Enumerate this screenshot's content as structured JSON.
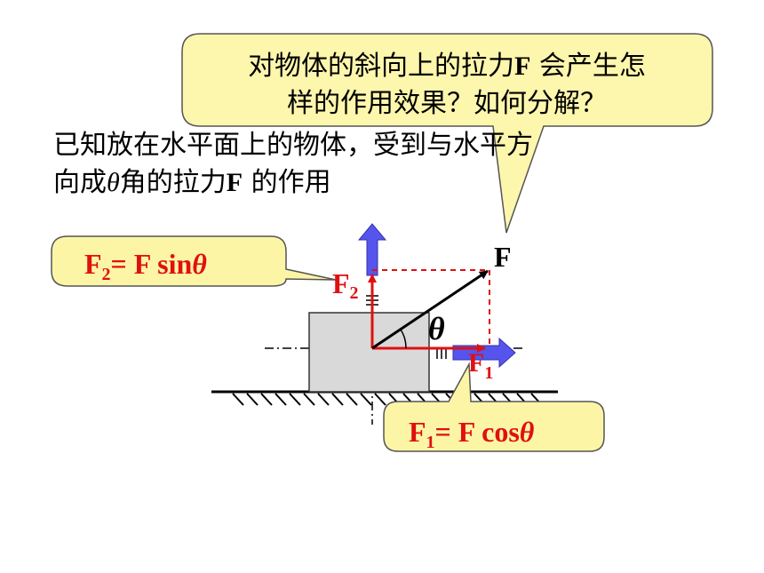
{
  "callout_top": {
    "line1_a": "对物体的斜向上的拉力",
    "line1_f": "F",
    "line1_b": " 会产生怎",
    "line2": "样的作用效果？如何分解？"
  },
  "statement": {
    "line1": "已知放在水平面上的物体，受到与水平方",
    "line2_a": "向成",
    "line2_theta": "θ",
    "line2_b": "角的拉力",
    "line2_f": "F",
    "line2_c": " 的作用"
  },
  "callout_f2": {
    "f": "F",
    "sub": "2",
    "rest": "= F sin",
    "theta": "θ"
  },
  "callout_f1": {
    "f": "F",
    "sub": "1",
    "rest": "= F cos",
    "theta": "θ"
  },
  "diagram": {
    "label_F": "F",
    "label_F2": "F",
    "label_F2_sub": "2",
    "label_F1": "F",
    "label_F1_sub": "1",
    "label_theta": "θ"
  },
  "colors": {
    "callout_fill": "#fdf5a6",
    "component_red": "#e01010",
    "blue_arrow": "#5555ee",
    "box_fill": "#d9d9d9"
  }
}
